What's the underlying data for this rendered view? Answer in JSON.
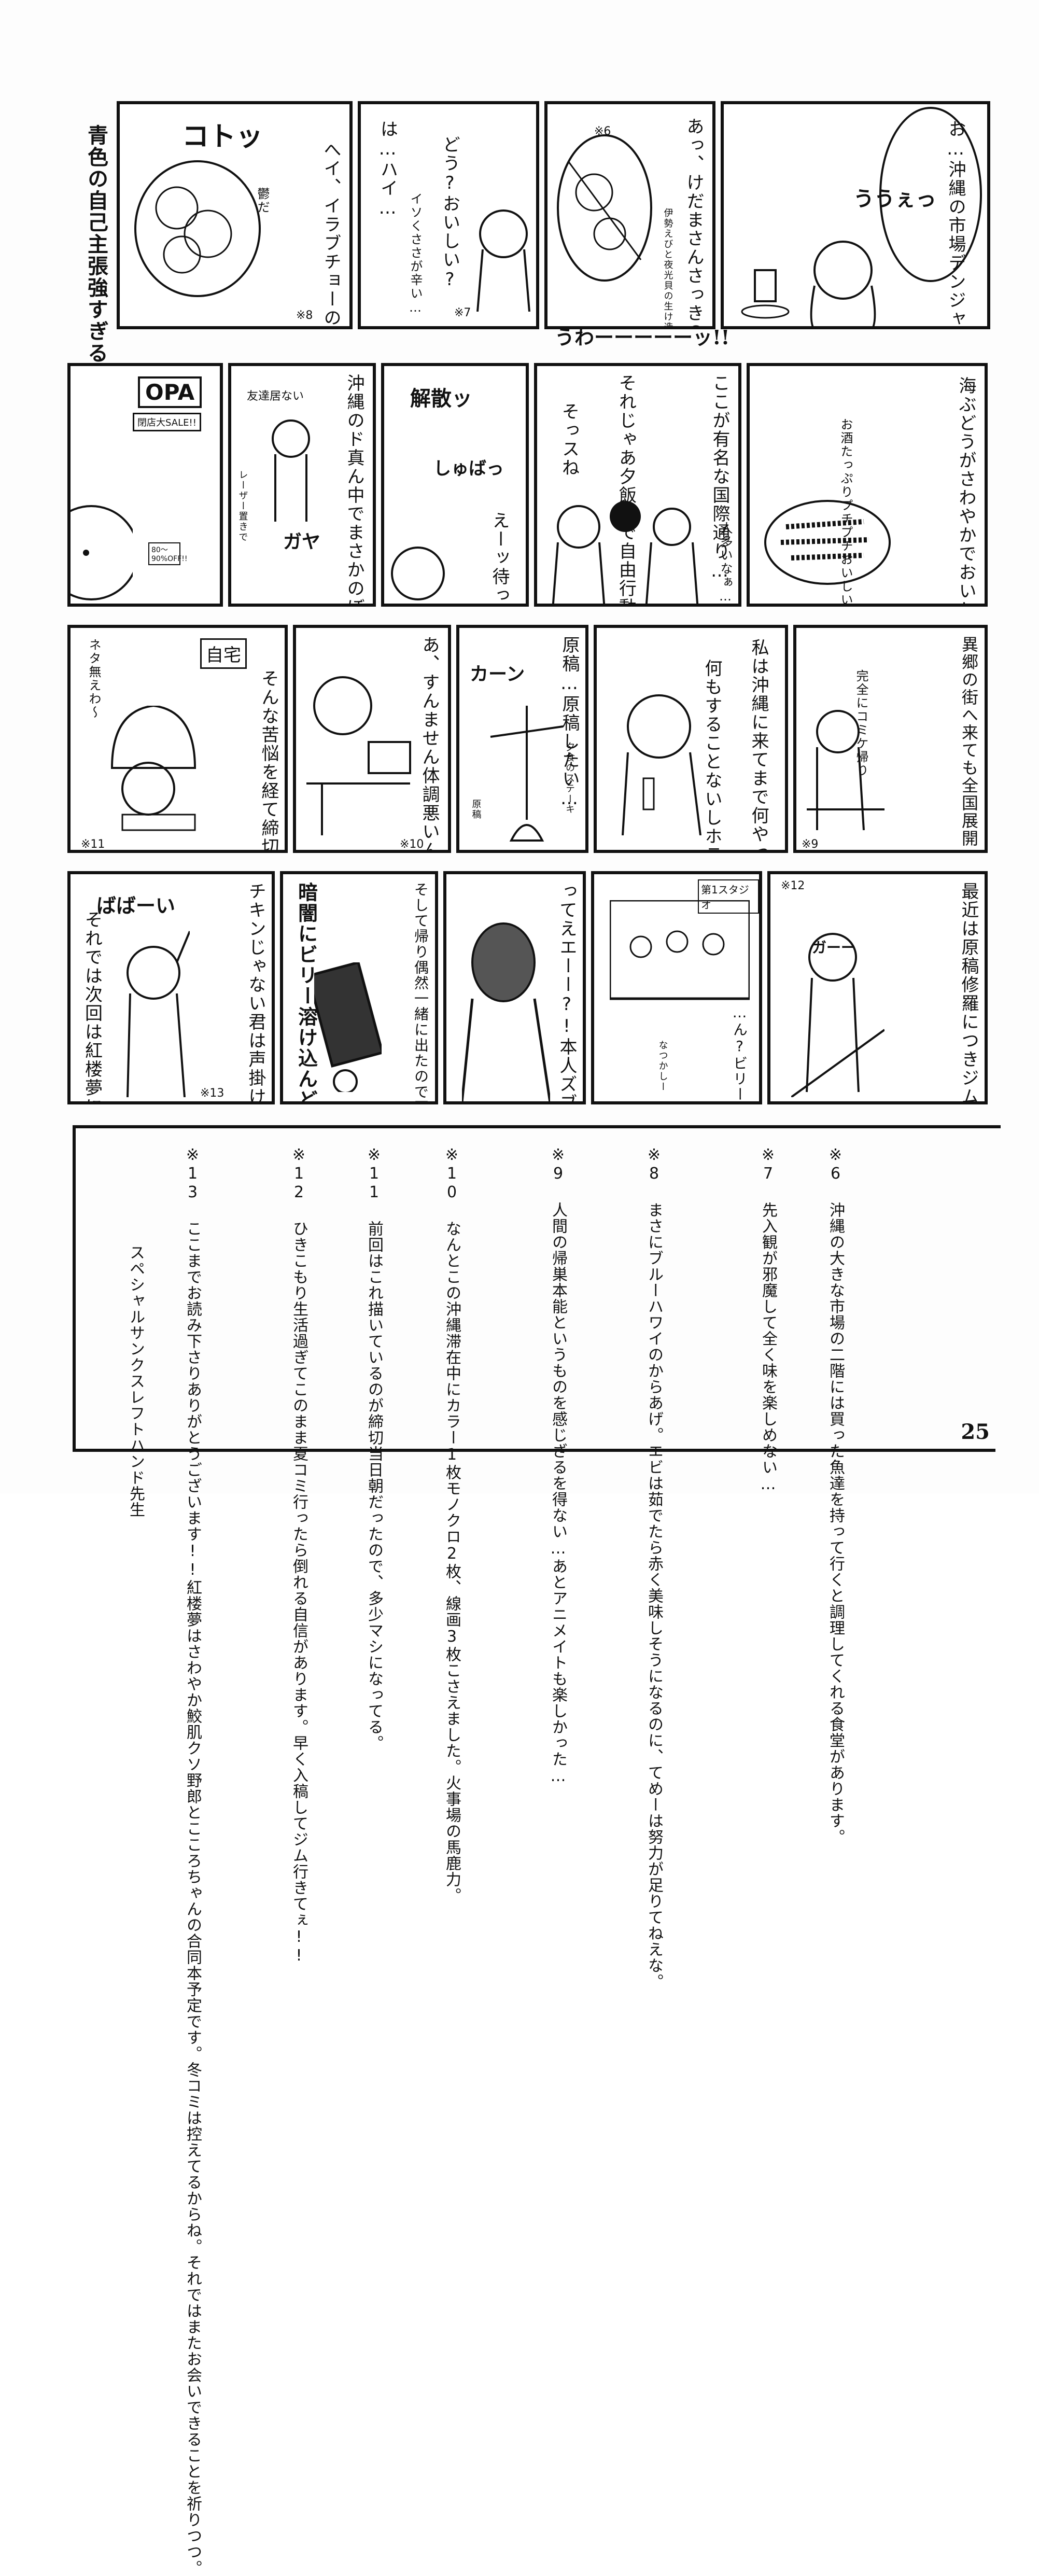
{
  "row1": {
    "p1_speech": "お…沖縄の市場デンジャラス…",
    "p1_sfx": "ううぇっ",
    "p2_speech": "あっ、けだまさんさっきのエビきたよ〜",
    "p2_note": "※6",
    "p2_caption": "伊勢えびと夜光貝の生け造り",
    "p2_sfx": "うわーーーーーッ!!",
    "p3_speech1": "どう?おいしい?",
    "p3_speech2": "は…ハイ…",
    "p3_small": "イソくささが辛い…",
    "p3_note": "※7",
    "p4_sfx": "コトッ",
    "p4_speech": "へイ、イラブチョーのからあげお待ちィ!",
    "p4_small": "鬱だ",
    "p4_note": "※8",
    "p4_side": "青色の自己主張強すぎる"
  },
  "row2": {
    "p1_speech": "海ぶどうがさわやかでおいしいなあ…",
    "p1_small": "お酒たっぷりプチプチおいしい!",
    "p2_speech1": "ここが有名な国際通り…",
    "p2_speech2": "それじゃあ夕飯まで自由行動ね",
    "p2_speech3": "そっスね",
    "p2_small": "人多いなぁ…",
    "p3_sfx1": "解散ッ",
    "p3_sfx2": "しゅばっ",
    "p3_speech": "えーッ待ってよ",
    "p4_speech": "沖縄のド真ん中でまさかのぼっち",
    "p4_small1": "友達居ない",
    "p4_small2": "レーザー置きで",
    "p4_sfx": "ガヤ",
    "p5_sign": "OPA",
    "p5_sign2": "閉店大SALE!!",
    "p5_sign3": "80〜90%OFF!!"
  },
  "row3": {
    "p1_speech": "異郷の街へ来ても全国展開のショッピングモールに金を落とす",
    "p1_small": "完全にコミケ帰り",
    "p1_note": "※9",
    "p2_speech1": "私は沖縄に来てまで何やってんだ…",
    "p2_speech2": "何もすることないしホテルで原稿したい",
    "p3_sfx": "カーン",
    "p3_speech": "原稿…原稿したい…",
    "p3_sign": "夕食のステーキ",
    "p3_label": "原稿",
    "p4_speech": "あ、すんません体調悪いんでホテル居ますね",
    "p4_note": "※10",
    "p5_sign": "自宅",
    "p5_speech": "そんな苦悩を経て締切前日、これを描いています",
    "p5_small": "ネタ無えわ〜",
    "p5_note": "※11"
  },
  "row4": {
    "p1_speech": "最近は原稿修羅につきジムをさぼっているのですがすこし前の話",
    "p1_note": "※12",
    "p1_sfx": "ガーー",
    "p2_sign": "第1スタジオ",
    "p2_speech": "…ん?ビリーズブートキャンプ?",
    "p2_small": "なつかしー",
    "p3_speech": "ってえエーー?!本人ズブートキャンプやん!!",
    "p4_speech1": "そして帰り偶然一緒に出たので写真をひっそり後ろから撮りましたが",
    "p4_speech2": "暗闇にビリー溶け込んどる!!",
    "p5_sfx": "ばばーい",
    "p5_speech1": "チキンじゃない君は声掛けて撮ってもらってね!",
    "p5_speech2": "それでは次回は紅楼夢にて",
    "p5_note": "※13"
  },
  "notes": [
    "※6 沖縄の大きな市場の二階には買った魚達を持って行くと調理してくれる食堂があります。",
    "※7 先入観が邪魔して全く味を楽しめない…",
    "※8 まさにブルーハワイのからあげ。エビは茹でたら赤く美味しそうになるのに、てめーは努力が足りてねえな。",
    "※9 人間の帰巣本能というものを感じざるを得ない…あとアニメイトも楽しかった…",
    "※10 なんとこの沖縄滞在中にカラー1枚モノクロ2枚、線画3枚こさえました。火事場の馬鹿力。",
    "※11 前回はこれ描いているのが締切当日朝だったので、多少マシになってる。",
    "※12 ひきこもり生活過ぎてこのまま夏コミ行ったら倒れる自信があります。早く入稿してジム行きてぇ!!",
    "※13 ここまでお読み下さりありがとうございます!!紅楼夢はさわやか鮫肌クソ野郎とこころちゃんの合同本予定です。冬コミは控えてるからね。それではまたお会いできることを祈りつつ。",
    "スペシャルサンクスレフトハンド先生"
  ],
  "page_number": "25"
}
